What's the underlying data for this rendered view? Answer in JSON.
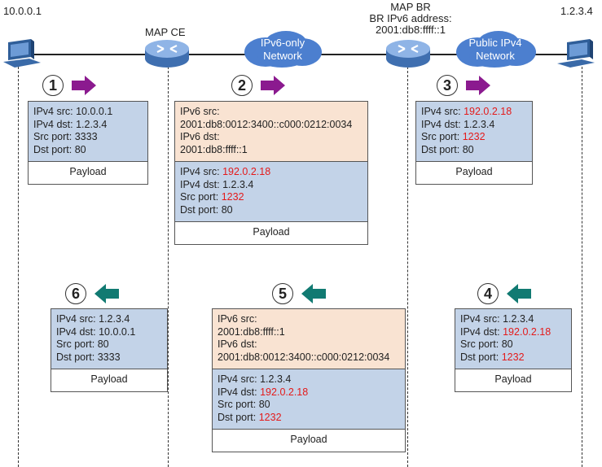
{
  "nodes": {
    "host_left": {
      "label": "10.0.0.1",
      "icon": "computer-icon"
    },
    "map_ce": {
      "label": "MAP CE",
      "icon": "router-icon"
    },
    "cloud_ipv6": {
      "line1": "IPv6-only",
      "line2": "Network",
      "icon": "cloud-icon"
    },
    "map_br": {
      "line1": "MAP BR",
      "line2": "BR IPv6 address:",
      "line3": "2001:db8:ffff::1",
      "icon": "router-icon"
    },
    "cloud_ipv4": {
      "line1": "Public IPv4",
      "line2": "Network",
      "icon": "cloud-icon"
    },
    "host_right": {
      "label": "1.2.3.4",
      "icon": "computer-icon"
    }
  },
  "colors": {
    "ipv4_section": "#c3d3e8",
    "ipv6_section": "#f9e3d2",
    "forward_arrow": "#8b1a8f",
    "return_arrow": "#117a72",
    "translated_value": "#e41a1a",
    "cloud": "#4c7fcf"
  },
  "steps": {
    "s1": {
      "num": "1",
      "arrow": "right-arrow-icon"
    },
    "s2": {
      "num": "2",
      "arrow": "right-arrow-icon"
    },
    "s3": {
      "num": "3",
      "arrow": "right-arrow-icon"
    },
    "s4": {
      "num": "4",
      "arrow": "left-arrow-icon"
    },
    "s5": {
      "num": "5",
      "arrow": "left-arrow-icon"
    },
    "s6": {
      "num": "6",
      "arrow": "left-arrow-icon"
    }
  },
  "packets": {
    "p1": {
      "ipv4_src_label": "IPv4 src: ",
      "ipv4_src": "10.0.0.1",
      "ipv4_dst_label": "IPv4 dst: ",
      "ipv4_dst": "1.2.3.4",
      "src_port_label": "Src port: ",
      "src_port": "3333",
      "dst_port_label": "Dst port: ",
      "dst_port": "80",
      "payload": "Payload"
    },
    "p2": {
      "ipv6_src_label": "IPv6 src:",
      "ipv6_src": "2001:db8:0012:3400::c000:0212:0034",
      "ipv6_dst_label": "IPv6 dst:",
      "ipv6_dst": "2001:db8:ffff::1",
      "ipv4_src_label": "IPv4 src: ",
      "ipv4_src": "192.0.2.18",
      "ipv4_dst_label": "IPv4 dst: ",
      "ipv4_dst": "1.2.3.4",
      "src_port_label": "Src port: ",
      "src_port": "1232",
      "dst_port_label": "Dst port: ",
      "dst_port": "80",
      "payload": "Payload"
    },
    "p3": {
      "ipv4_src_label": "IPv4 src: ",
      "ipv4_src": "192.0.2.18",
      "ipv4_dst_label": "IPv4 dst: ",
      "ipv4_dst": "1.2.3.4",
      "src_port_label": "Src port: ",
      "src_port": "1232",
      "dst_port_label": "Dst port: ",
      "dst_port": "80",
      "payload": "Payload"
    },
    "p4": {
      "ipv4_src_label": "IPv4 src: ",
      "ipv4_src": "1.2.3.4",
      "ipv4_dst_label": "IPv4 dst: ",
      "ipv4_dst": "192.0.2.18",
      "src_port_label": "Src port: ",
      "src_port": "80",
      "dst_port_label": "Dst port: ",
      "dst_port": "1232",
      "payload": "Payload"
    },
    "p5": {
      "ipv6_src_label": "IPv6 src:",
      "ipv6_src": "2001:db8:ffff::1",
      "ipv6_dst_label": "IPv6 dst:",
      "ipv6_dst": "2001:db8:0012:3400::c000:0212:0034",
      "ipv4_src_label": "IPv4 src: ",
      "ipv4_src": "1.2.3.4",
      "ipv4_dst_label": "IPv4 dst: ",
      "ipv4_dst": "192.0.2.18",
      "src_port_label": "Src port: ",
      "src_port": "80",
      "dst_port_label": "Dst port: ",
      "dst_port": "1232",
      "payload": "Payload"
    },
    "p6": {
      "ipv4_src_label": "IPv4 src: ",
      "ipv4_src": "1.2.3.4",
      "ipv4_dst_label": "IPv4 dst: ",
      "ipv4_dst": "10.0.0.1",
      "src_port_label": "Src port: ",
      "src_port": "80",
      "dst_port_label": "Dst port: ",
      "dst_port": "3333",
      "payload": "Payload"
    }
  }
}
